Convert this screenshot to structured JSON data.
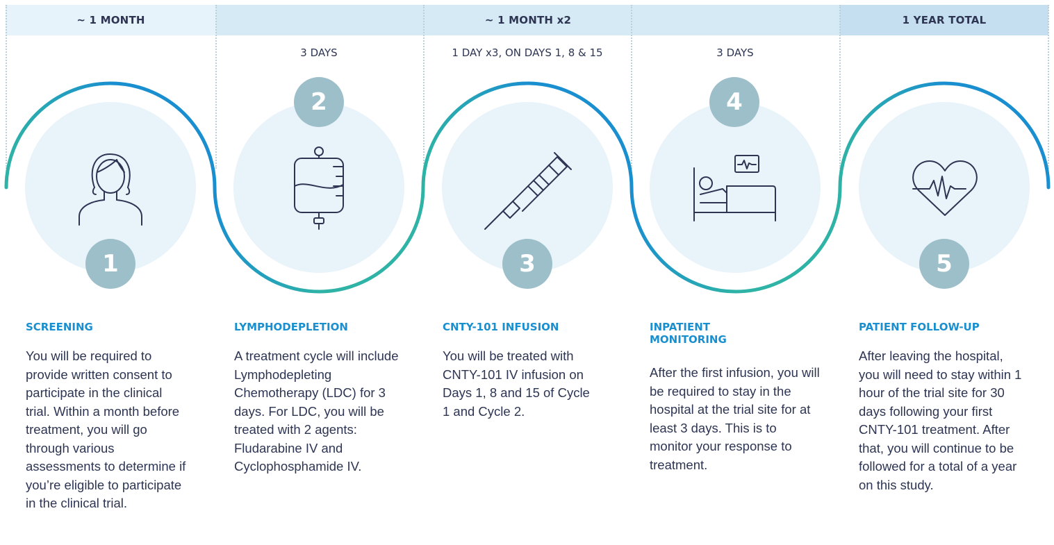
{
  "phases": [
    {
      "label": "~ 1 MONTH",
      "color": "#e7f3fb"
    },
    {
      "label": "~ 1 MONTH x2",
      "color": "#d6eaf6"
    },
    {
      "label": "1 YEAR TOTAL",
      "color": "#c6dff0"
    }
  ],
  "durations": [
    "3 DAYS",
    "1 DAY x3, ON DAYS 1, 8 & 15",
    "3 DAYS"
  ],
  "colors": {
    "wave_blue": "#1a8fcf",
    "wave_teal": "#2eb3a6",
    "circle_fill": "#e8f3fa",
    "number_badge": "#9dbfc9",
    "icon_stroke": "#2d3553",
    "title_color": "#1a8fcf",
    "text_color": "#2d3553"
  },
  "steps": [
    {
      "number": "1",
      "icon": "patient-icon",
      "title": "SCREENING",
      "body": "You will be required to provide written consent to participate in the clinical trial. Within a month before treatment, you will go through various assessments to determine if you’re eligible to participate in the clinical trial."
    },
    {
      "number": "2",
      "icon": "iv-bag-icon",
      "title": "LYMPHODEPLETION",
      "body": "A treatment cycle will include Lymphodepleting Chemotherapy (LDC) for 3 days. For LDC, you will be treated with 2 agents: Fludarabine IV and Cyclophosphamide IV."
    },
    {
      "number": "3",
      "icon": "syringe-icon",
      "title": "CNTY-101 INFUSION",
      "body": "You will be treated with CNTY-101 IV infusion on Days 1, 8 and 15 of Cycle 1 and Cycle 2."
    },
    {
      "number": "4",
      "icon": "hospital-bed-icon",
      "title": "INPATIENT MONITORING",
      "body": "After the first infusion, you will be required to stay in the hospital at the trial site for at least 3 days. This is to monitor your response to treatment."
    },
    {
      "number": "5",
      "icon": "heart-pulse-icon",
      "title": "PATIENT FOLLOW-UP",
      "body": "After leaving the hospital, you will need to stay within 1 hour of the trial site for 30 days following your first CNTY-101 treatment. After that, you will continue to be followed for a total of a year on this study."
    }
  ]
}
